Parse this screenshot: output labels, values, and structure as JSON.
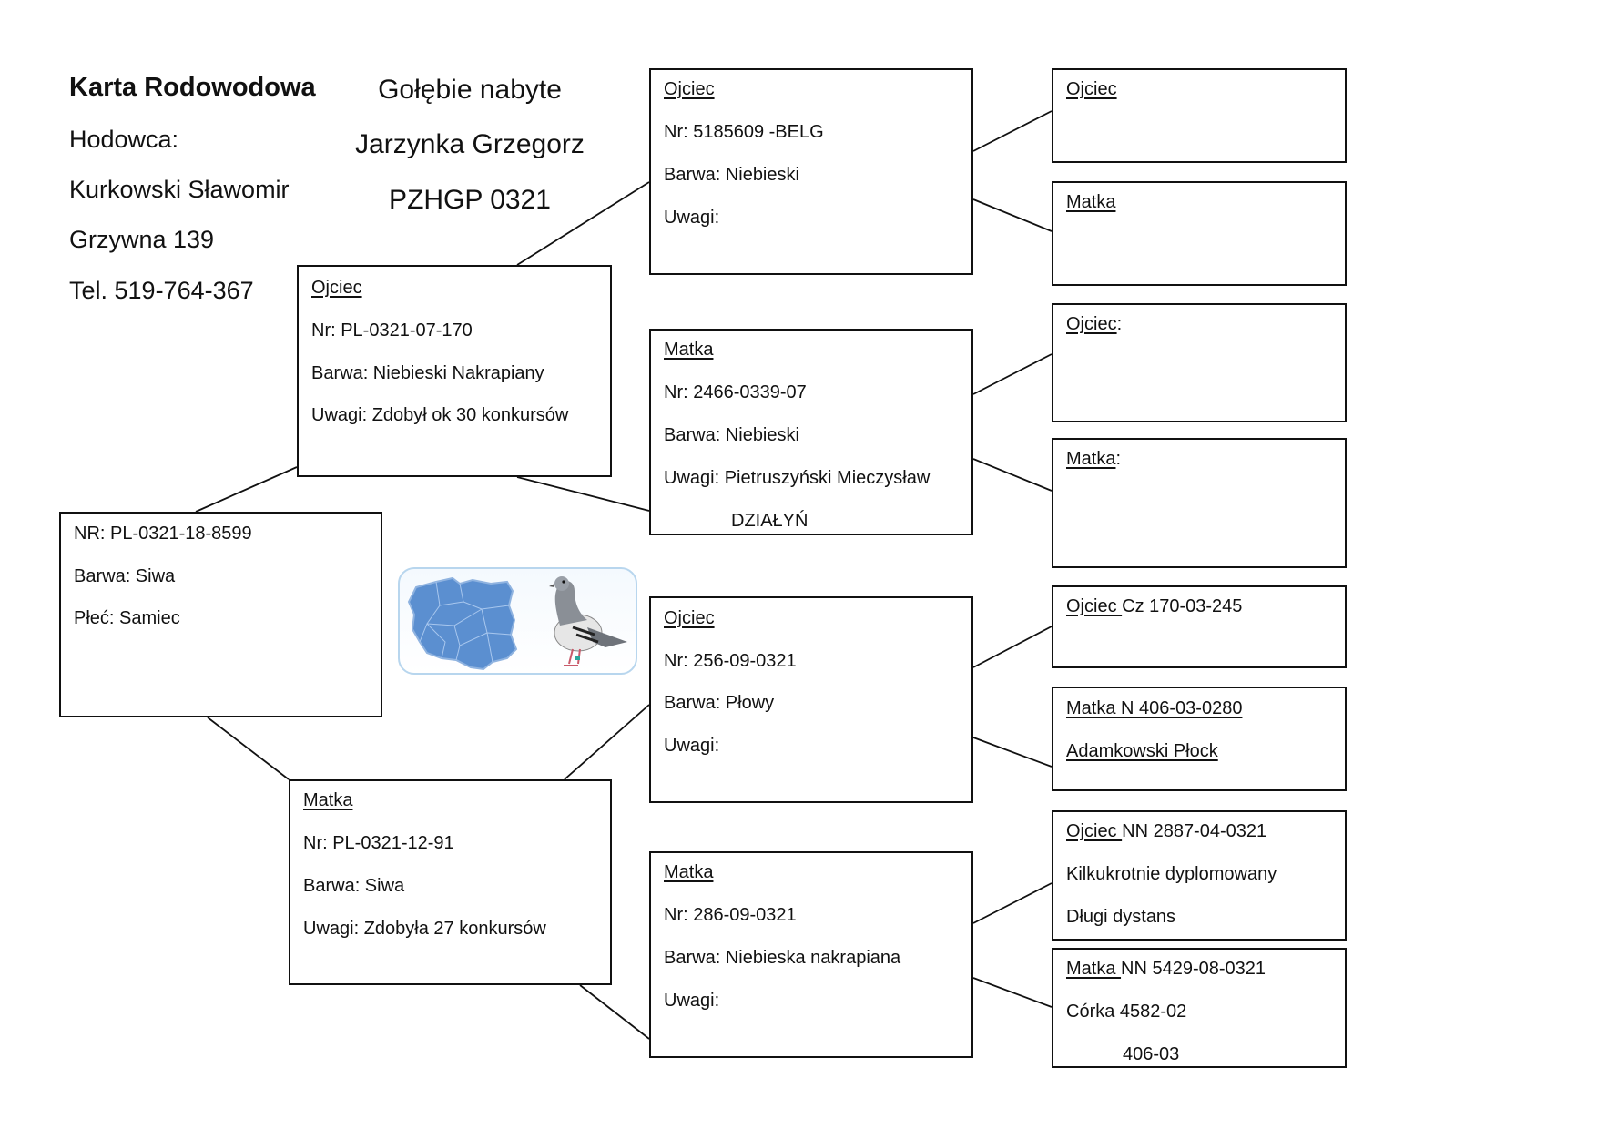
{
  "header": {
    "title": "Karta Rodowodowa",
    "breeder_label": "Hodowca:",
    "breeder_name": "Kurkowski Sławomir",
    "breeder_address": "Grzywna 139",
    "breeder_phone": "Tel. 519-764-367"
  },
  "acquired": {
    "line1": "Gołębie nabyte",
    "line2": "Jarzynka Grzegorz",
    "line3": "PZHGP 0321"
  },
  "subject": {
    "nr": "NR: PL-0321-18-8599",
    "barwa": "Barwa: Siwa",
    "plec": "Płeć: Samiec"
  },
  "father": {
    "heading": "Ojciec",
    "nr": "Nr: PL-0321-07-170",
    "barwa": "Barwa: Niebieski Nakrapiany",
    "uwagi": "Uwagi: Zdobył ok 30 konkursów"
  },
  "mother": {
    "heading": "Matka",
    "nr": "Nr: PL-0321-12-91",
    "barwa": "Barwa: Siwa",
    "uwagi": "Uwagi: Zdobyła  27 konkursów"
  },
  "paternal_grandfather": {
    "heading": "Ojciec",
    "nr": "Nr: 5185609 -BELG",
    "barwa": "Barwa: Niebieski",
    "uwagi": "Uwagi:"
  },
  "paternal_grandmother": {
    "heading": "Matka",
    "nr": "Nr: 2466-0339-07",
    "barwa": "Barwa: Niebieski",
    "uwagi": "Uwagi: Pietruszyński Mieczysław",
    "uwagi2": "DZIAŁYŃ"
  },
  "maternal_grandfather": {
    "heading": "Ojciec",
    "nr": "Nr: 256-09-0321",
    "barwa": "Barwa: Płowy",
    "uwagi": "Uwagi:"
  },
  "maternal_grandmother": {
    "heading": "Matka",
    "nr": "Nr: 286-09-0321",
    "barwa": "Barwa: Niebieska nakrapiana",
    "uwagi": "Uwagi:"
  },
  "great_grandparents": [
    {
      "heading": "Ojciec ",
      "suffix": "",
      "lines": []
    },
    {
      "heading": "Matka ",
      "suffix": "",
      "lines": []
    },
    {
      "heading": "Ojciec",
      "suffix": ":",
      "lines": []
    },
    {
      "heading": "Matka",
      "suffix": ":",
      "lines": []
    },
    {
      "heading": "Ojciec ",
      "suffix": "Cz 170-03-245",
      "lines": []
    },
    {
      "heading": "Matka N 406-03-0280",
      "suffix": "",
      "lines": [
        "Adamkowski Płock"
      ]
    },
    {
      "heading": "Ojciec ",
      "suffix": "NN 2887-04-0321",
      "lines": [
        "Kilkukrotnie dyplomowany",
        "Długi dystans"
      ]
    },
    {
      "heading": "Matka ",
      "suffix": "NN 5429-08-0321",
      "lines": [
        "Córka 4582-02",
        "406-03"
      ]
    }
  ],
  "logo": {
    "icons": [
      "poland-map-icon",
      "pigeon-icon"
    ],
    "map_color": "#5b8fd0",
    "border_color": "#b8d6ee"
  }
}
